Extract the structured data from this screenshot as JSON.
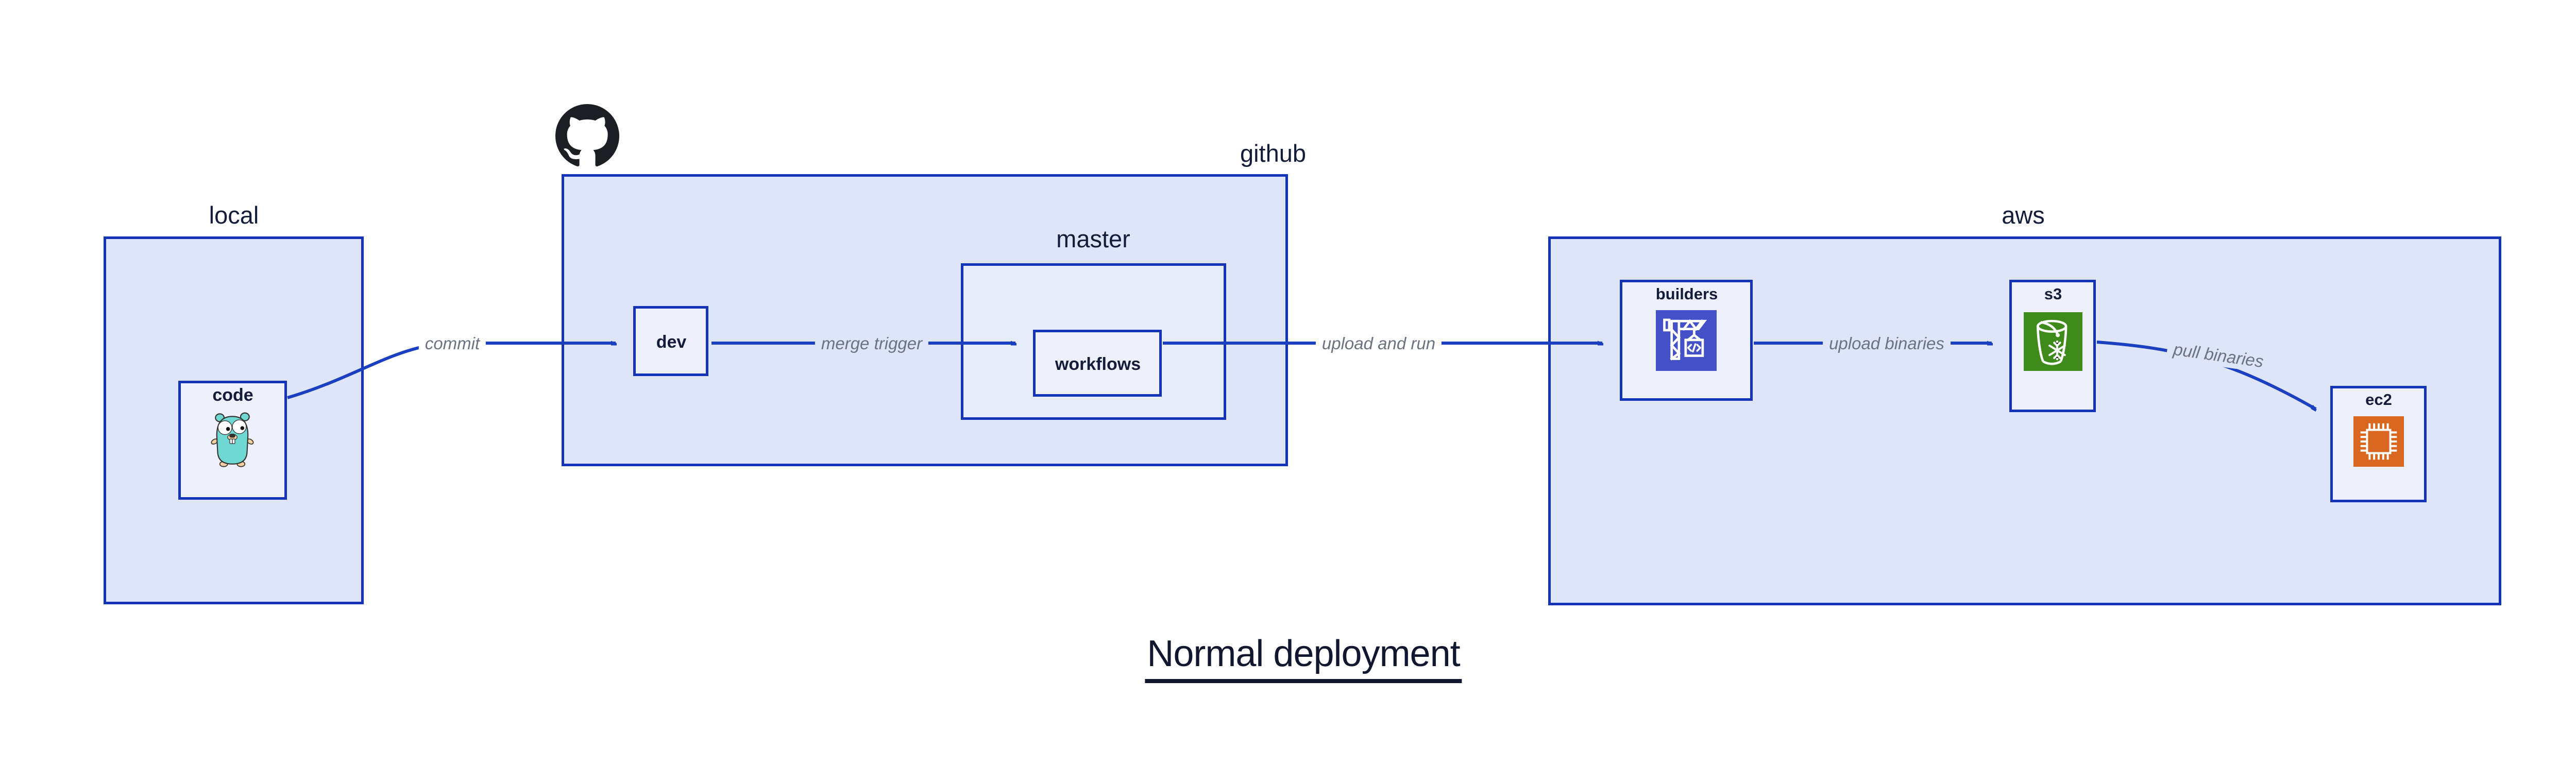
{
  "diagram": {
    "title": "Normal deployment",
    "groups": {
      "local": {
        "label": "local",
        "nodes": {
          "code": {
            "label": "code",
            "icon": "go-gopher-icon"
          }
        }
      },
      "github": {
        "label": "github",
        "logo_icon": "github-octocat-icon",
        "nodes": {
          "dev": {
            "label": "dev"
          },
          "master": {
            "label": "master",
            "nodes": {
              "workflows": {
                "label": "workflows"
              }
            }
          }
        }
      },
      "aws": {
        "label": "aws",
        "nodes": {
          "builders": {
            "label": "builders",
            "icon": "codebuild-crane-icon"
          },
          "s3": {
            "label": "s3",
            "icon": "s3-bucket-icon"
          },
          "ec2": {
            "label": "ec2",
            "icon": "ec2-chip-icon"
          }
        }
      }
    },
    "edges": [
      {
        "from": "code",
        "to": "dev",
        "label": "commit"
      },
      {
        "from": "dev",
        "to": "workflows",
        "label": "merge trigger"
      },
      {
        "from": "workflows",
        "to": "builders",
        "label": "upload and run"
      },
      {
        "from": "builders",
        "to": "s3",
        "label": "upload binaries"
      },
      {
        "from": "s3",
        "to": "ec2",
        "label": "pull binaries"
      }
    ],
    "colors": {
      "box_border_blue": "#1434b8",
      "arrow_blue": "#1a3fc0",
      "group_fill": "#dfe5f9",
      "node_fill": "#eef1fc",
      "edge_label_gray": "#6b7280",
      "text_navy": "#131c38",
      "codebuild_indigo": "#4350c8",
      "s3_green": "#3e8a1a",
      "ec2_orange": "#d9671f",
      "gopher_teal": "#70d8d3",
      "github_black": "#1b1f23"
    }
  }
}
